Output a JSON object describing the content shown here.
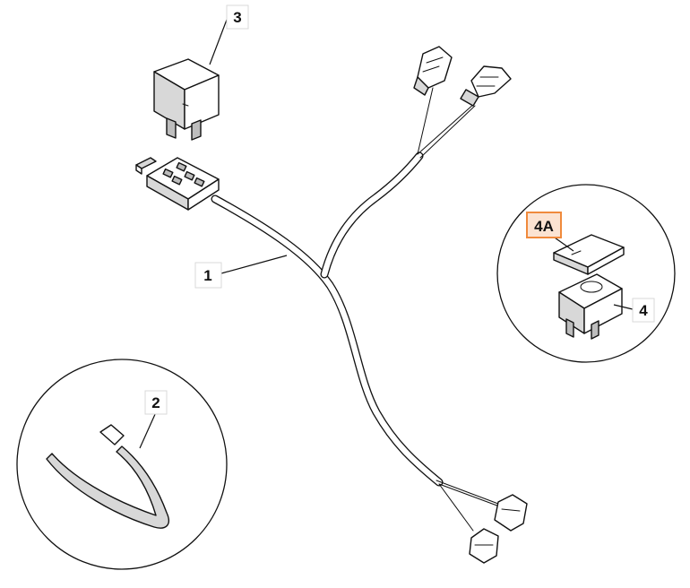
{
  "callouts": {
    "harness": "1",
    "cable_tie": "2",
    "relay": "3",
    "switch": "4",
    "switch_cap": "4A"
  },
  "colors": {
    "highlight_fill": "#fbe3d2",
    "highlight_border": "#f08a3c"
  },
  "icons": {
    "relay": "relay-icon",
    "relay_socket": "relay-socket-icon",
    "connector": "connector-icon",
    "cable_tie": "cable-tie-icon",
    "rocker_switch": "rocker-switch-icon",
    "switch_cap": "switch-cap-icon"
  }
}
